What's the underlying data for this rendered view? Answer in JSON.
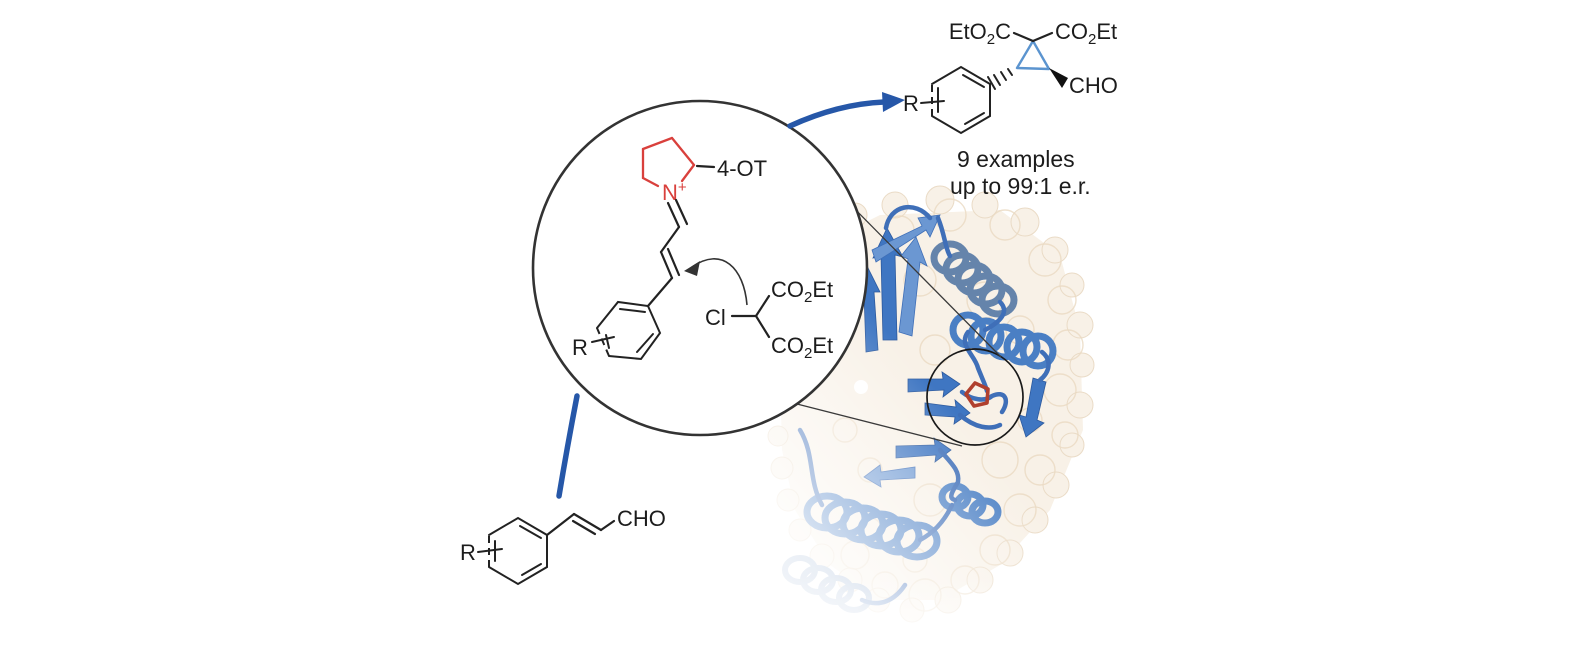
{
  "figure": {
    "stats": {
      "examples": "9 examples",
      "enantioratio": "up to 99:1 e.r."
    },
    "enzyme_label": "4-OT",
    "atoms": {
      "n": "N",
      "plus": "+",
      "cl": "Cl",
      "r": "R",
      "cho": "CHO"
    },
    "groups": {
      "co2et": {
        "pre": "CO",
        "sub": "2",
        "post": "Et"
      },
      "eto2c": {
        "pre": "EtO",
        "sub": "2",
        "post": "C"
      }
    },
    "colors": {
      "arrow_blue": "#2657a8",
      "ribbon_blue": "#3f76c2",
      "iminium_red": "#d9403c",
      "ligand_red": "#b0402e",
      "surface_cream": "#f8f1e7",
      "cyclopropane_blue": "#5b94cf"
    }
  }
}
